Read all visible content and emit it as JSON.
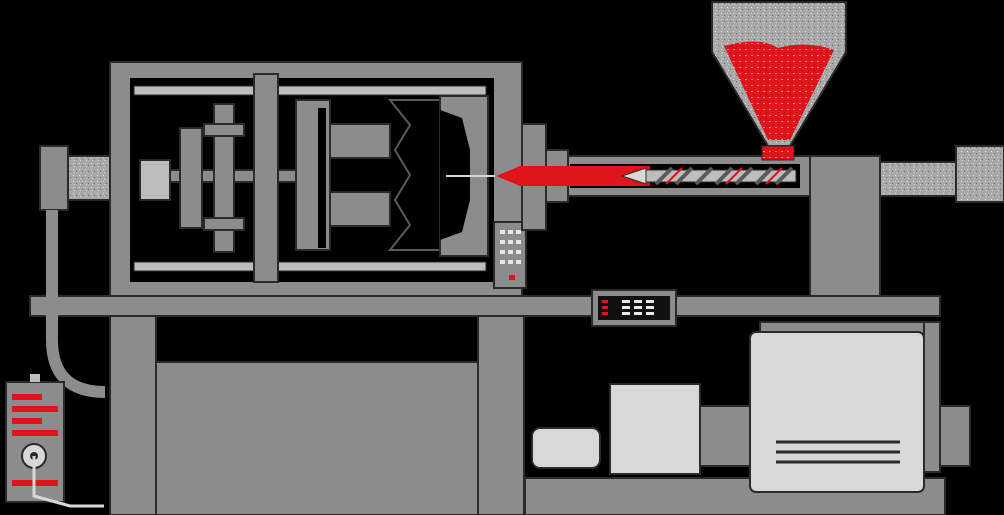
{
  "colors": {
    "background": "#000000",
    "machine_gray": "#8c8c8c",
    "light_gray": "#bdbdbd",
    "dark_gray": "#5a5a5a",
    "outline": "#2a2a2a",
    "plastic_red": "#e0141b",
    "panel_white": "#d8d8d8"
  },
  "components": [
    {
      "name": "injection-molding-machine",
      "icon": "machine-illustration"
    },
    {
      "name": "clamping-unit",
      "icon": "mold-clamp"
    },
    {
      "name": "hopper",
      "icon": "hopper-with-pellets"
    },
    {
      "name": "injection-screw",
      "icon": "screw-barrel"
    },
    {
      "name": "control-panel",
      "icon": "keypad"
    },
    {
      "name": "display-panel",
      "icon": "digital-display"
    },
    {
      "name": "motor",
      "icon": "electric-motor"
    },
    {
      "name": "heater-controller",
      "icon": "control-box"
    }
  ]
}
